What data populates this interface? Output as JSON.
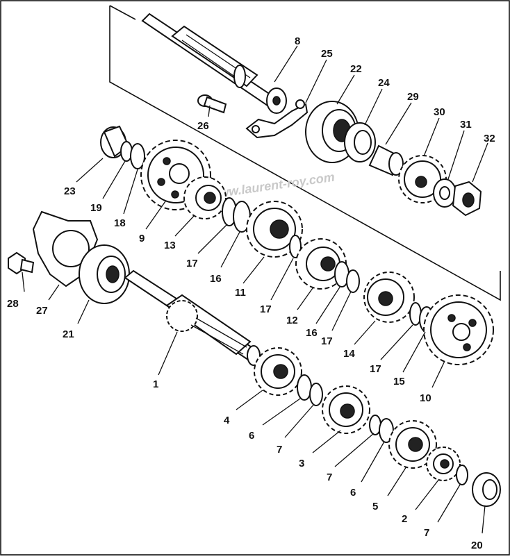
{
  "watermark": "www.laurent-roy.com",
  "callouts": [
    {
      "id": "8",
      "text": "8"
    },
    {
      "id": "25",
      "text": "25"
    },
    {
      "id": "22",
      "text": "22"
    },
    {
      "id": "24",
      "text": "24"
    },
    {
      "id": "29",
      "text": "29"
    },
    {
      "id": "30",
      "text": "30"
    },
    {
      "id": "31",
      "text": "31"
    },
    {
      "id": "32",
      "text": "32"
    },
    {
      "id": "26",
      "text": "26"
    },
    {
      "id": "23",
      "text": "23"
    },
    {
      "id": "19",
      "text": "19"
    },
    {
      "id": "18",
      "text": "18"
    },
    {
      "id": "9",
      "text": "9"
    },
    {
      "id": "13",
      "text": "13"
    },
    {
      "id": "17a",
      "text": "17"
    },
    {
      "id": "16a",
      "text": "16"
    },
    {
      "id": "11",
      "text": "11"
    },
    {
      "id": "17b",
      "text": "17"
    },
    {
      "id": "12",
      "text": "12"
    },
    {
      "id": "16b",
      "text": "16"
    },
    {
      "id": "17c",
      "text": "17"
    },
    {
      "id": "14",
      "text": "14"
    },
    {
      "id": "17d",
      "text": "17"
    },
    {
      "id": "15",
      "text": "15"
    },
    {
      "id": "10",
      "text": "10"
    },
    {
      "id": "28",
      "text": "28"
    },
    {
      "id": "27",
      "text": "27"
    },
    {
      "id": "21",
      "text": "21"
    },
    {
      "id": "1",
      "text": "1"
    },
    {
      "id": "4",
      "text": "4"
    },
    {
      "id": "6a",
      "text": "6"
    },
    {
      "id": "7a",
      "text": "7"
    },
    {
      "id": "3",
      "text": "3"
    },
    {
      "id": "7b",
      "text": "7"
    },
    {
      "id": "6b",
      "text": "6"
    },
    {
      "id": "5",
      "text": "5"
    },
    {
      "id": "2",
      "text": "2"
    },
    {
      "id": "7c",
      "text": "7"
    },
    {
      "id": "20",
      "text": "20"
    }
  ]
}
